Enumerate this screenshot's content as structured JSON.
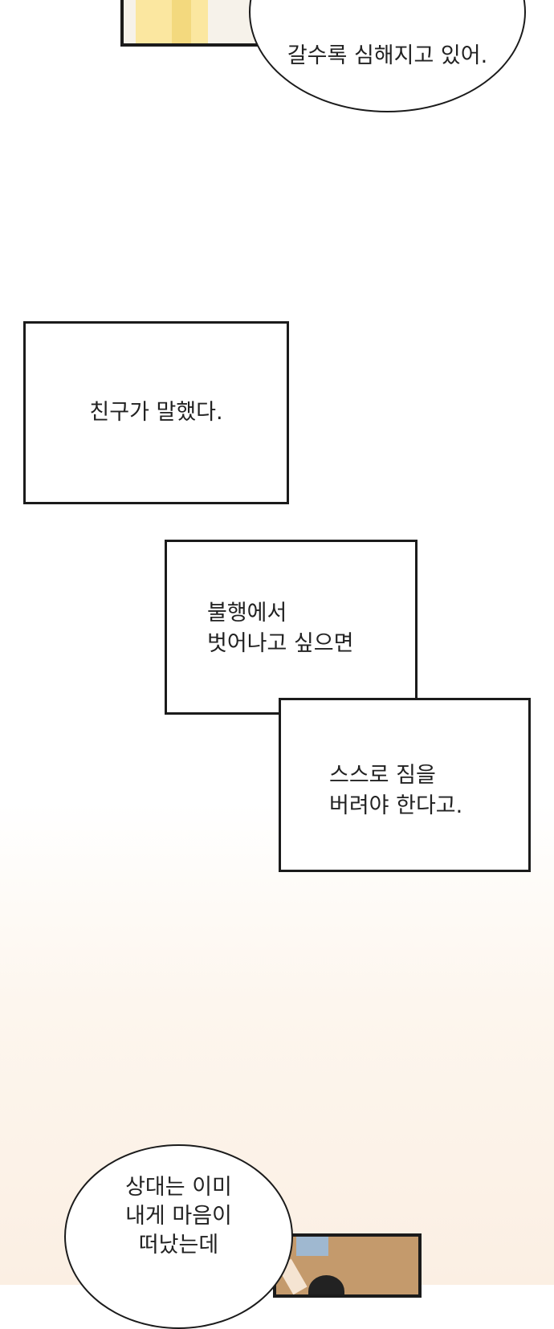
{
  "bubble_top": {
    "text": "갈수록 심해지고 있어."
  },
  "caption_1": {
    "text": "친구가 말했다."
  },
  "caption_2": {
    "lines": [
      "불행에서",
      "벗어나고 싶으면"
    ]
  },
  "caption_3": {
    "lines": [
      "스스로 짐을",
      "버려야 한다고."
    ]
  },
  "bubble_bottom": {
    "lines": [
      "상대는 이미",
      "내게 마음이",
      "떠났는데"
    ]
  }
}
